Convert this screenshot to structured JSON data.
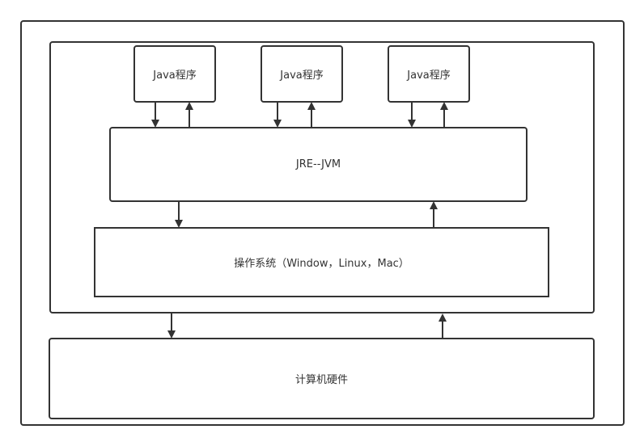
{
  "diagram": {
    "java_programs": [
      {
        "label": "Java程序"
      },
      {
        "label": "Java程序"
      },
      {
        "label": "Java程序"
      }
    ],
    "jre_label": "JRE--JVM",
    "os_label": "操作系统（Window，Linux，Mac）",
    "hardware_label": "计算机硬件"
  }
}
